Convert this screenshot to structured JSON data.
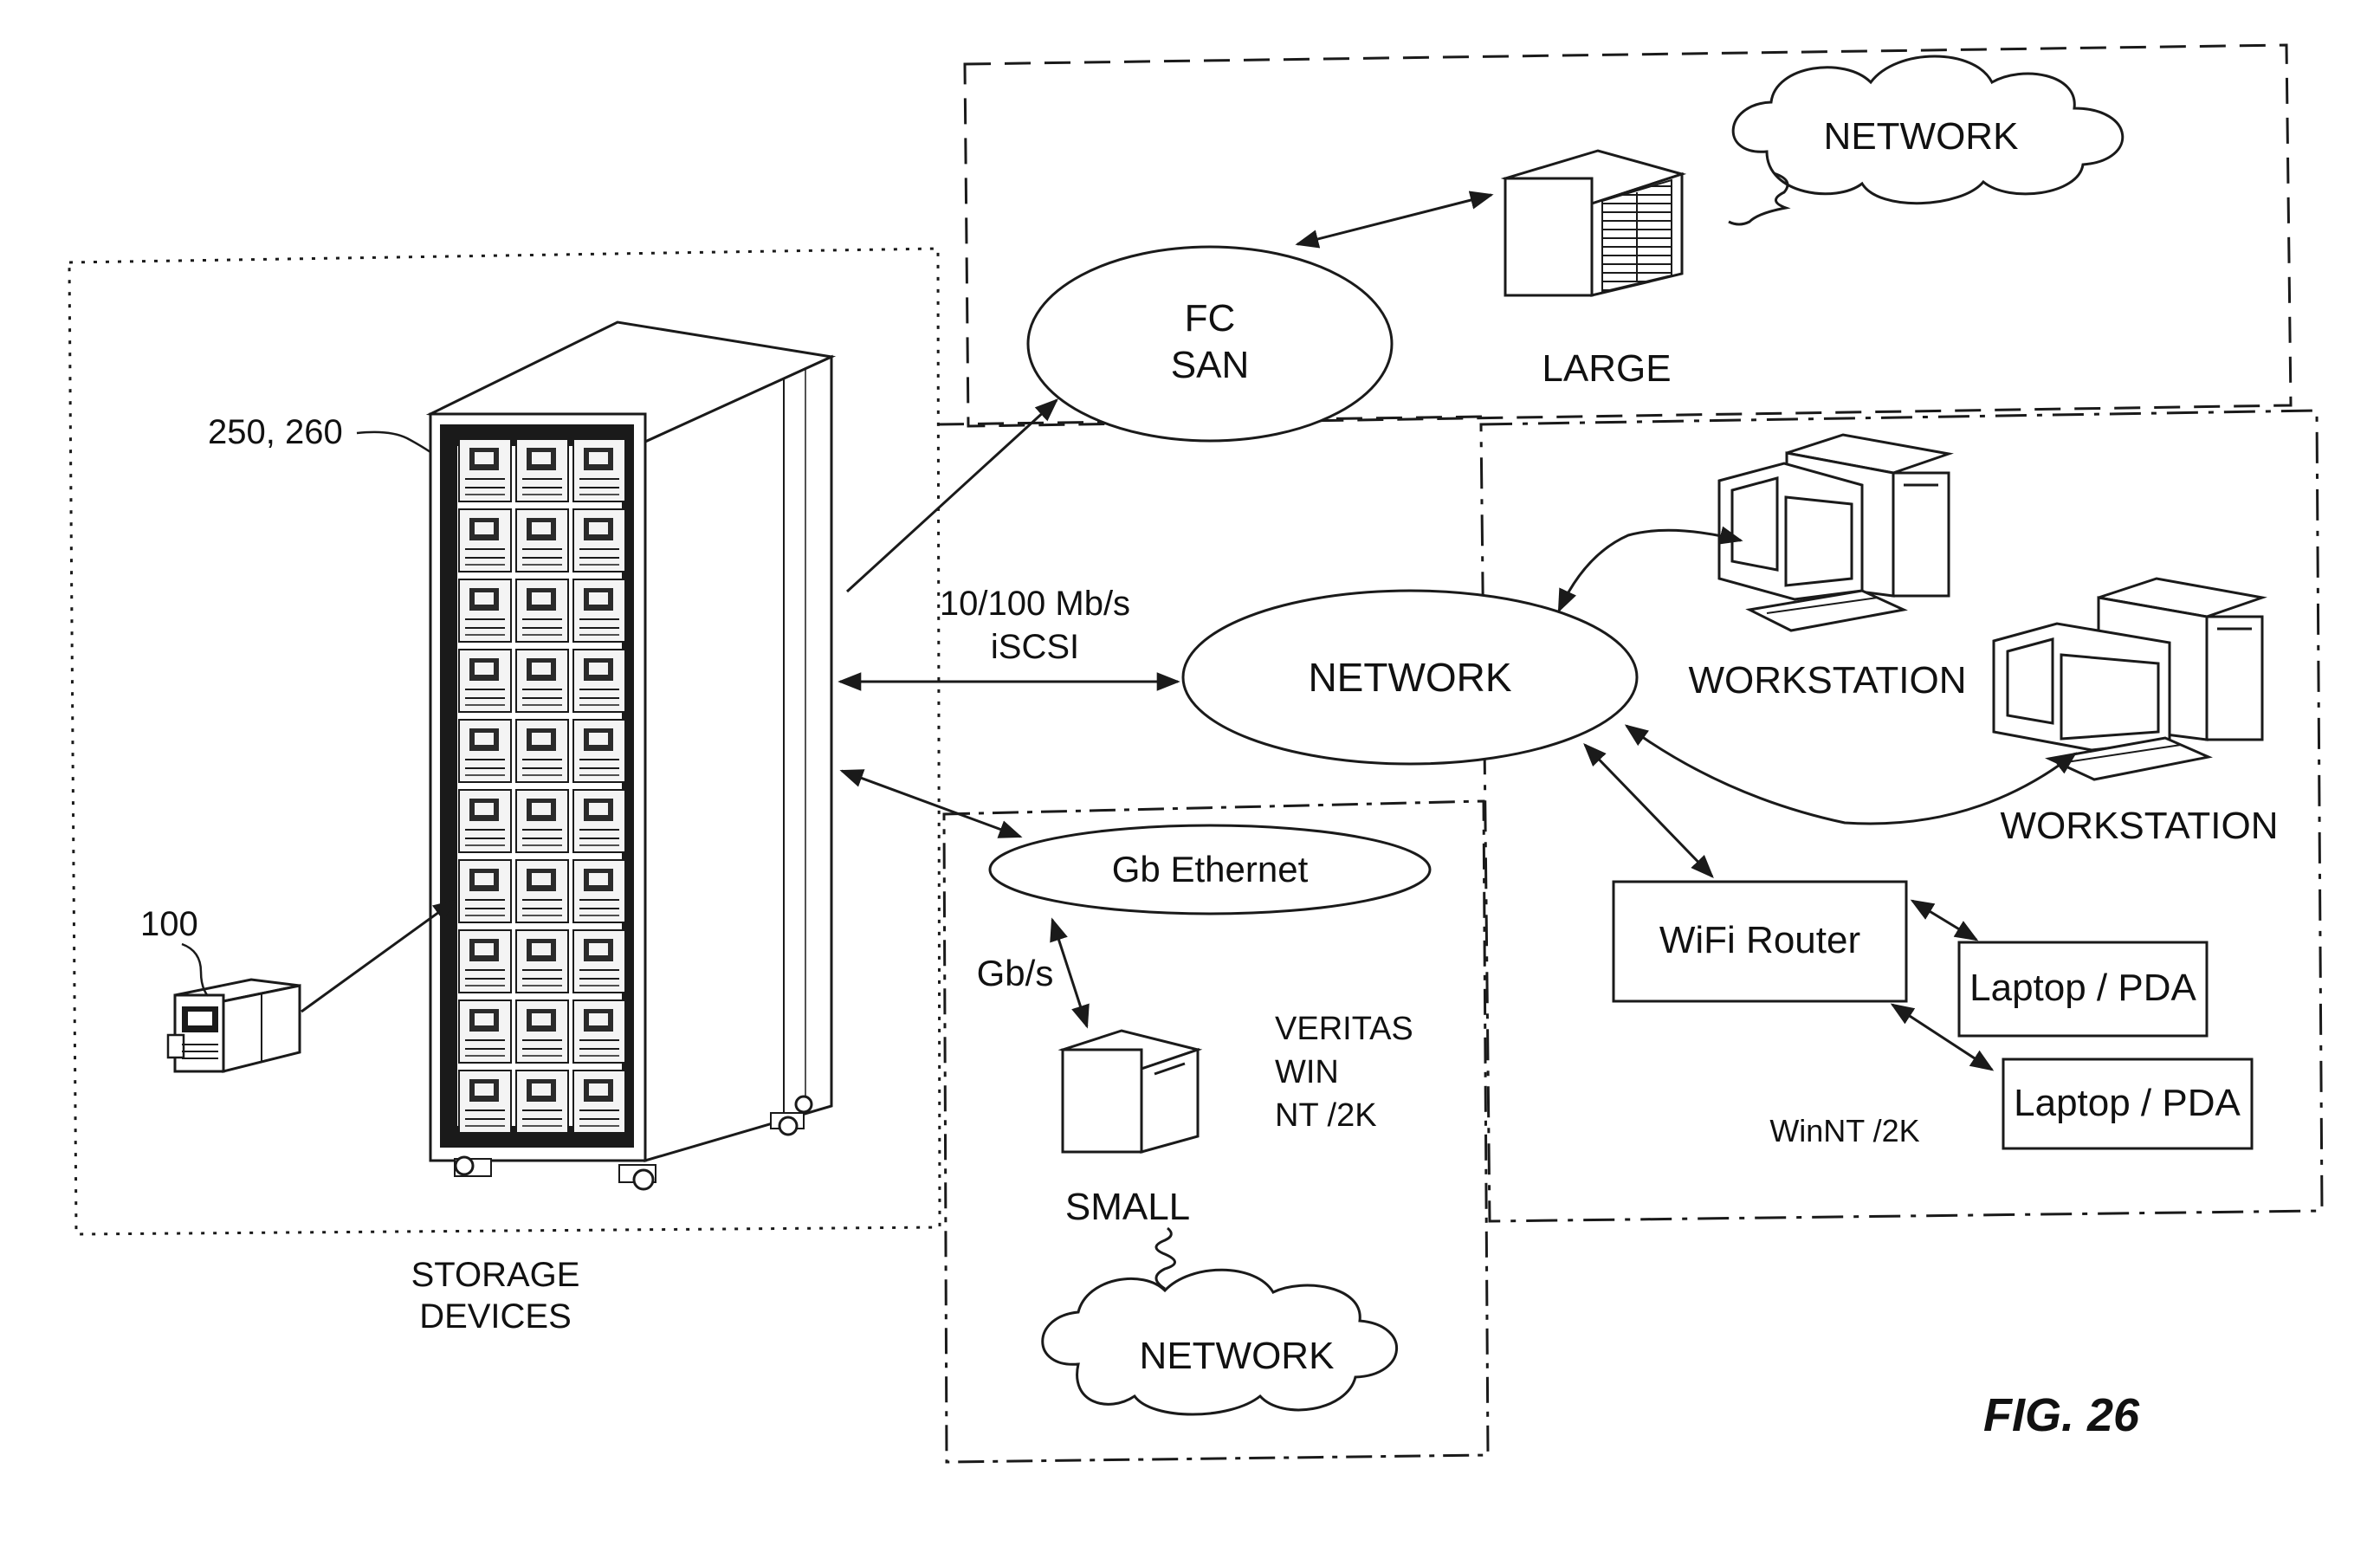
{
  "figure": {
    "label": "FIG. 26",
    "colors": {
      "ink": "#1a1a1a",
      "background": "#ffffff"
    }
  },
  "storage": {
    "rack_ref": "250, 260",
    "module_ref": "100",
    "caption_line1": "STORAGE",
    "caption_line2": "DEVICES"
  },
  "links": {
    "speed_line1": "10/100 Mb/s",
    "speed_line2": "iSCSI",
    "gbs": "Gb/s"
  },
  "fc_san": {
    "line1": "FC",
    "line2": "SAN"
  },
  "top_region": {
    "cloud_label": "NETWORK",
    "server_label": "LARGE"
  },
  "middle_region": {
    "network_label": "NETWORK",
    "workstation1_label": "WORKSTATION",
    "workstation2_label": "WORKSTATION",
    "router_label": "WiFi Router",
    "laptop1_label": "Laptop / PDA",
    "laptop2_label": "Laptop / PDA",
    "os_note": "WinNT /2K"
  },
  "bottom_region": {
    "ethernet_label": "Gb Ethernet",
    "server_label": "SMALL",
    "software_line1": "VERITAS",
    "software_line2": "WIN",
    "software_line3": "NT /2K",
    "cloud_label": "NETWORK"
  },
  "icons": [
    "storage-rack-icon",
    "drive-module-icon",
    "large-server-icon",
    "small-server-icon",
    "workstation-icon",
    "network-cloud-icon"
  ]
}
